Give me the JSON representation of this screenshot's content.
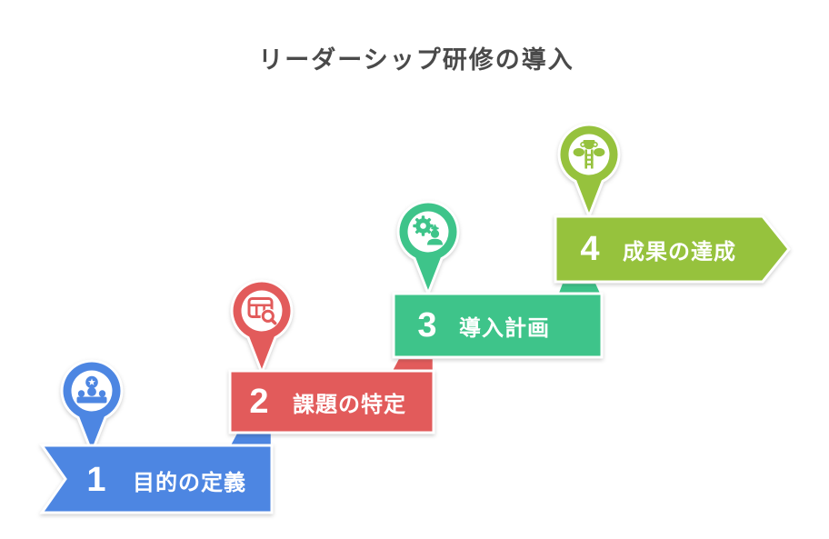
{
  "title": "リーダーシップ研修の導入",
  "colors": {
    "background": "#FFFFFF",
    "title_text": "#4A4A4A",
    "bar_text": "#FFFFFF",
    "step1": "#4D86E2",
    "step2": "#E25B5B",
    "step3": "#3EC48A",
    "step4": "#96C23D"
  },
  "steps": [
    {
      "number": "1",
      "label": "目的の定義",
      "color": "#4D86E2",
      "icon": "team-award-icon"
    },
    {
      "number": "2",
      "label": "課題の特定",
      "color": "#E25B5B",
      "icon": "table-search-icon"
    },
    {
      "number": "3",
      "label": "導入計画",
      "color": "#3EC48A",
      "icon": "gear-person-icon"
    },
    {
      "number": "4",
      "label": "成果の達成",
      "color": "#96C23D",
      "icon": "trophy-ladder-icon"
    }
  ]
}
